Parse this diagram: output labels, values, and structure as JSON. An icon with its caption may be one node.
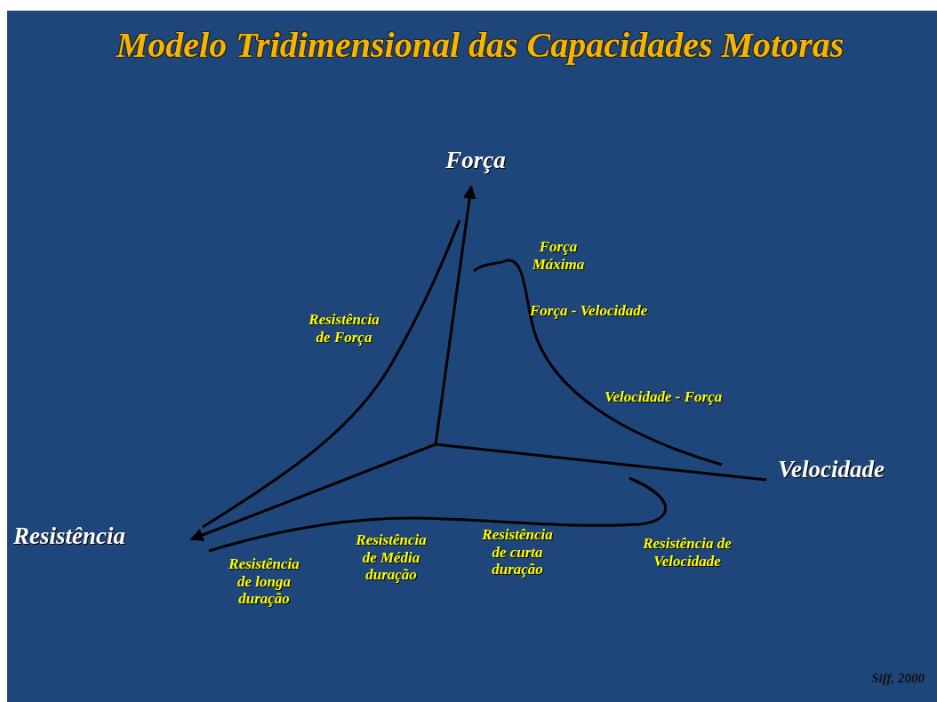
{
  "diagram": {
    "title": "Modelo Tridimensional das Capacidades Motoras",
    "labels": [
      "Força",
      "Força Máxima",
      "Resistência de Força",
      "Força - Velocidade",
      "Velocidade - Força",
      "Velocidade",
      "Resistência",
      "Resistência de Média duração",
      "Resistência de curta duração",
      "Resistência de Velocidade",
      "Resistência de longa duração",
      "Siff, 2000"
    ]
  }
}
